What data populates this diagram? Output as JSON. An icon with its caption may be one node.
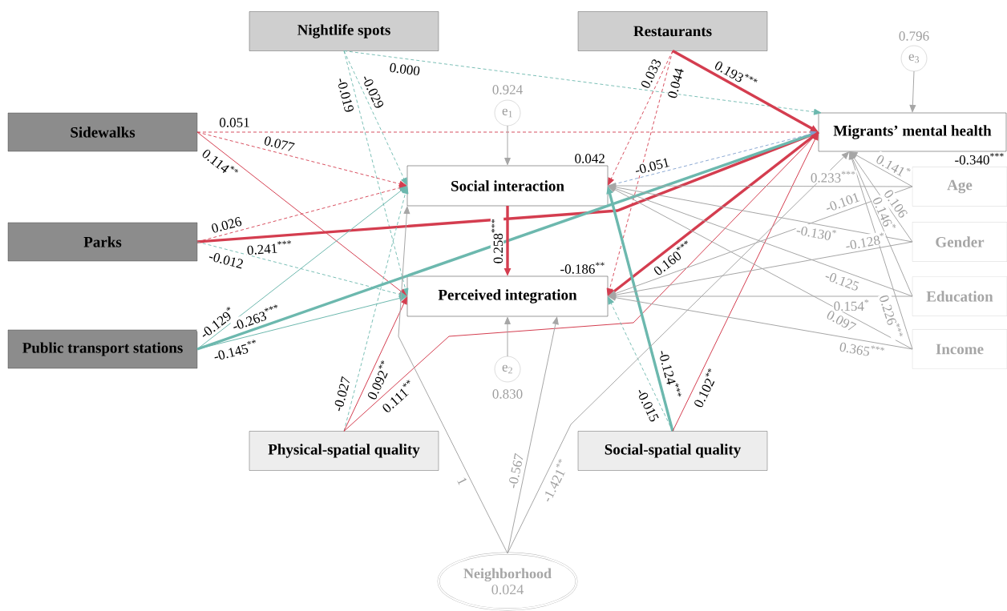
{
  "diagram": {
    "nodes": [
      {
        "text": [
          "Nightlife spots"
        ]
      },
      {
        "text": [
          "Restaurants"
        ]
      },
      {
        "text": [
          "Sidewalks"
        ]
      },
      {
        "text": [
          "Parks"
        ]
      },
      {
        "text": [
          "Public transport stations"
        ]
      },
      {
        "text": [
          "Social interaction"
        ],
        "beside": [
          "0.042"
        ]
      },
      {
        "text": [
          "Perceived integration"
        ],
        "beside": [
          "-0.186$^{**}$"
        ]
      },
      {
        "text": [
          "Migrants’ mental health"
        ],
        "beside": [
          "-0.340$^{***}$"
        ]
      },
      {
        "text": [
          "Physical-spatial quality"
        ]
      },
      {
        "text": [
          "Social-spatial quality"
        ]
      },
      {
        "text": [
          "Age"
        ]
      },
      {
        "text": [
          "Gender"
        ]
      },
      {
        "text": [
          "Education"
        ]
      },
      {
        "text": [
          "Income"
        ]
      },
      {
        "text": [
          "e$_{1}$"
        ],
        "beside": [
          "0.924"
        ]
      },
      {
        "text": [
          "e$_{2}$"
        ],
        "beside": [
          "0.830"
        ]
      },
      {
        "text": [
          "e$_{3}$"
        ],
        "beside": [
          "0.796"
        ]
      },
      {
        "text": [
          "Neighborhood",
          "0.024"
        ]
      }
    ],
    "edges": [
      {
        "from": 0,
        "to": 7,
        "arrow": "to",
        "label": "0.000",
        "style": "dashed",
        "color": "#6cb8ae"
      },
      {
        "from": 0,
        "to": 5,
        "arrow": "to",
        "label": "-0.029",
        "style": "dashed",
        "color": "#6cb8ae"
      },
      {
        "from": 0,
        "to": 6,
        "arrow": "to",
        "label": "-0.019",
        "style": "dashed",
        "color": "#6cb8ae"
      },
      {
        "from": 1,
        "to": 7,
        "arrow": "to",
        "label": "0.193$^{***}$",
        "style": "thick",
        "color": "#d43d4f"
      },
      {
        "from": 1,
        "to": 5,
        "arrow": "to",
        "label": "0.033",
        "style": "dashed",
        "color": "#d43d4f"
      },
      {
        "from": 1,
        "to": 6,
        "arrow": "to",
        "label": "0.044",
        "style": "dashed",
        "color": "#d43d4f"
      },
      {
        "from": 2,
        "to": 7,
        "arrow": "to",
        "label": "0.051",
        "style": "dashed",
        "color": "#d43d4f"
      },
      {
        "from": 2,
        "to": 5,
        "arrow": "to",
        "label": "0.077",
        "style": "dashed",
        "color": "#d43d4f"
      },
      {
        "from": 2,
        "to": 6,
        "arrow": "to",
        "label": "0.114$^{**}$",
        "color": "#d43d4f"
      },
      {
        "from": 3,
        "to": 5,
        "arrow": "to",
        "label": "0.026",
        "style": "dashed",
        "color": "#d43d4f"
      },
      {
        "from": 3,
        "to": 7,
        "arrow": "to",
        "label": "0.241$^{***}$",
        "style": "thick",
        "color": "#d43d4f"
      },
      {
        "from": 3,
        "to": 6,
        "arrow": "to",
        "label": "-0.012",
        "style": "dashed",
        "color": "#6cb8ae"
      },
      {
        "from": 4,
        "to": 5,
        "arrow": "to",
        "label": "-0.129$^{*}$",
        "color": "#6cb8ae"
      },
      {
        "from": 4,
        "to": 7,
        "arrow": "to",
        "label": "-0.263$^{***}$",
        "style": "thick",
        "color": "#6cb8ae"
      },
      {
        "from": 4,
        "to": 6,
        "arrow": "to",
        "label": "-0.145$^{**}$",
        "color": "#6cb8ae"
      },
      {
        "from": 5,
        "to": 6,
        "arrow": "to",
        "label": "0.258$^{***}$",
        "style": "thick",
        "color": "#d43d4f"
      },
      {
        "from": 5,
        "to": 7,
        "arrow": "to",
        "label": "-0.051",
        "style": "dashed",
        "color": "#7f9fce"
      },
      {
        "from": 7,
        "to": 6,
        "arrow": "to",
        "label": "0.160$^{***}$",
        "style": "thick",
        "color": "#d43d4f"
      },
      {
        "from": 8,
        "to": 5,
        "arrow": "to",
        "label": "-0.027",
        "style": "dashed",
        "color": "#6cb8ae"
      },
      {
        "from": 8,
        "to": 6,
        "arrow": "to",
        "label": "0.092$^{**}$",
        "color": "#d43d4f"
      },
      {
        "from": 8,
        "to": 7,
        "arrow": "to",
        "label": "0.111$^{**}$",
        "color": "#d43d4f"
      },
      {
        "from": 9,
        "to": 5,
        "arrow": "to",
        "label": "-0.124$^{***}$",
        "style": "thick",
        "color": "#6cb8ae"
      },
      {
        "from": 9,
        "to": 6,
        "arrow": "to",
        "label": "-0.015",
        "style": "dashed",
        "color": "#6cb8ae"
      },
      {
        "from": 9,
        "to": 7,
        "arrow": "to",
        "label": "0.102$^{**}$",
        "color": "#d43d4f"
      },
      {
        "from": 10,
        "to": 7,
        "arrow": "to",
        "label": "0.141$^{*}$"
      },
      {
        "from": 10,
        "to": 5,
        "arrow": "to",
        "label": "0.233$^{***}$"
      },
      {
        "from": 10,
        "to": 6,
        "arrow": "to",
        "label": "-0.101"
      },
      {
        "from": 11,
        "to": 7,
        "arrow": "to",
        "label": "0.106"
      },
      {
        "from": 11,
        "to": 5,
        "arrow": "to",
        "label": "-0.130$^{*}$"
      },
      {
        "from": 11,
        "to": 6,
        "arrow": "to",
        "label": "-0.128$^{*}$"
      },
      {
        "from": 12,
        "to": 7,
        "arrow": "to",
        "label": "0.146$^{*}$"
      },
      {
        "from": 12,
        "to": 5,
        "arrow": "to",
        "label": "-0.125"
      },
      {
        "from": 12,
        "to": 6,
        "arrow": "to",
        "label": "0.154$^{*}$"
      },
      {
        "from": 13,
        "to": 7,
        "arrow": "to",
        "label": "0.226$^{***}$"
      },
      {
        "from": 13,
        "to": 5,
        "arrow": "to",
        "label": "0.097"
      },
      {
        "from": 13,
        "to": 6,
        "arrow": "to",
        "label": "0.365$^{***}$"
      },
      {
        "from": 17,
        "to": 5,
        "arrow": "to",
        "label": "1"
      },
      {
        "from": 17,
        "to": 6,
        "arrow": "to",
        "label": "-0.567"
      },
      {
        "from": 17,
        "to": 7,
        "arrow": "to",
        "label": "-1.421$^{**}$"
      },
      {
        "from": 14,
        "to": 5,
        "arrow": "to"
      },
      {
        "from": 15,
        "to": 6,
        "arrow": "to"
      },
      {
        "from": 16,
        "to": 7,
        "arrow": "to"
      }
    ]
  }
}
